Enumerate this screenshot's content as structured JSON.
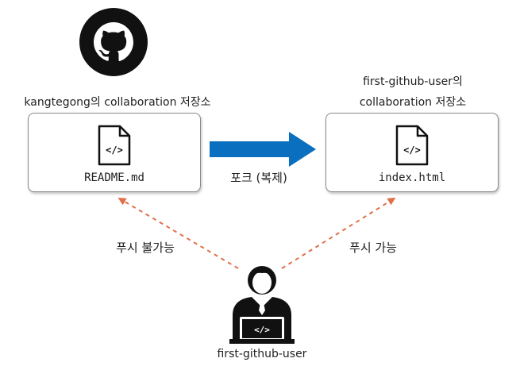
{
  "upstream": {
    "owner_label": "kangtegong의 collaboration 저장소",
    "file_name": "README.md"
  },
  "fork": {
    "owner_label_line1": "first-github-user의",
    "owner_label_line2": "collaboration 저장소",
    "file_name": "index.html"
  },
  "fork_arrow_label": "포크 (복제)",
  "push_denied_label": "푸시 불가능",
  "push_allowed_label": "푸시 가능",
  "user_label": "first-github-user",
  "file_icon_glyph": "</>",
  "colors": {
    "fork_arrow": "#0b6fc0",
    "dashed_arrow": "#e0704a",
    "box_border": "#8a8a8a",
    "dark": "#111111"
  }
}
